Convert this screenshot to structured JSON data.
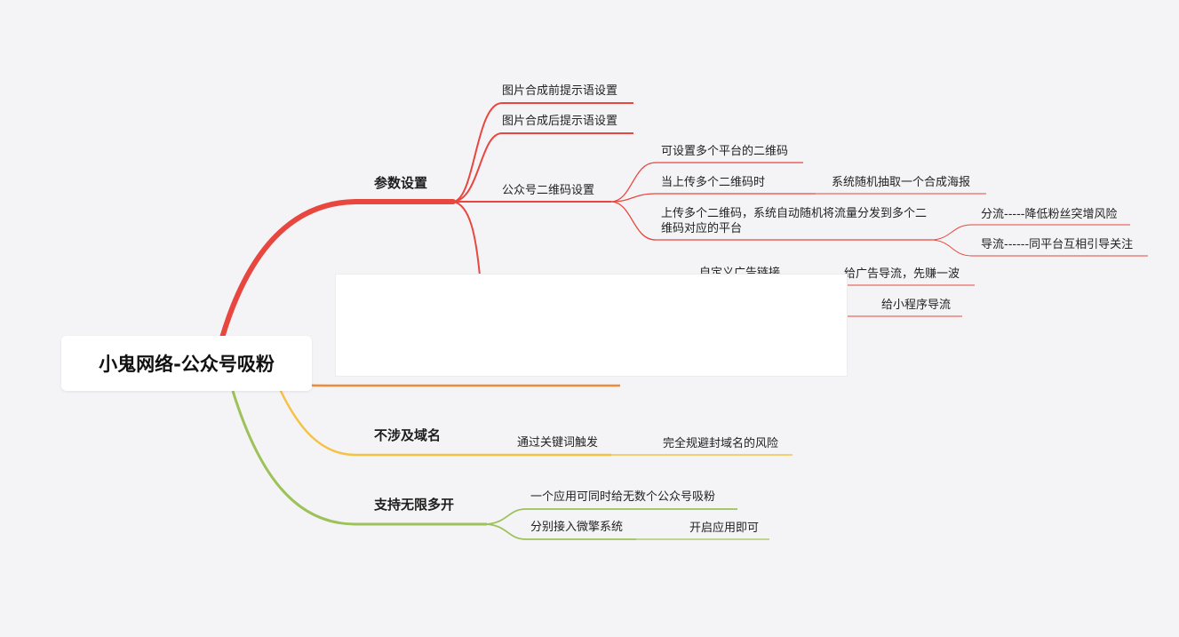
{
  "root": {
    "label": "小鬼网络-公众号吸粉"
  },
  "colors": {
    "red": "#e8473f",
    "orange": "#ee8a3a",
    "yellow": "#f5c243",
    "green": "#9dc25a"
  },
  "branches": {
    "params": {
      "label": "参数设置",
      "pre_tip": "图片合成前提示语设置",
      "post_tip": "图片合成后提示语设置",
      "qr": {
        "label": "公众号二维码设置",
        "multi_platform": "可设置多个平台的二维码",
        "upload_multi": "当上传多个二维码时",
        "random_pick": "系统随机抽取一个合成海报",
        "auto_distribute": "上传多个二维码，系统自动随机将流量分发到多个二维码对应的平台",
        "divert": "分流-----降低粉丝突增风险",
        "guide": "导流------同平台互相引导关注"
      },
      "ad_link_partial": "自定义广告链接",
      "ad_traffic": "给广告导流，先赚一波",
      "mini_program": "给小程序导流"
    },
    "no_domain": {
      "label": "不涉及域名",
      "keyword": "通过关键词触发",
      "avoid": "完全规避封域名的风险"
    },
    "unlimited": {
      "label": "支持无限多开",
      "one_app": "一个应用可同时给无数个公众号吸粉",
      "separate": "分别接入微擎系统",
      "enable": "开启应用即可"
    }
  }
}
